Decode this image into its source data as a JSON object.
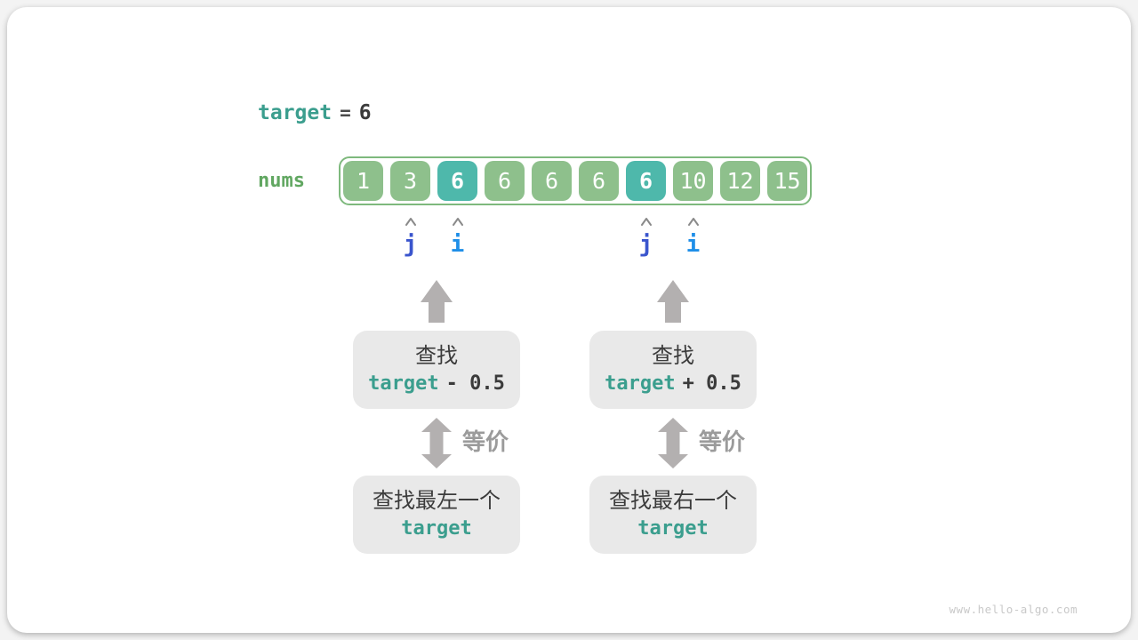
{
  "colors": {
    "teal": "#3b9e8e",
    "dark_text": "#3b3b3b",
    "cell_green": "#8ec08c",
    "cell_highlight_teal": "#4eb8ab",
    "array_border_green": "#7eb97d",
    "nums_label_green": "#61a761",
    "pointer_j_blue": "#3a55cd",
    "pointer_i_blue": "#1f8fe8",
    "arrow_gray": "#b3b0b0",
    "caret_gray": "#8a8a8a",
    "box_bg_gray": "#e9e9e9",
    "equiv_gray": "#9b9b9b",
    "watermark_gray": "#c9c9c9"
  },
  "header": {
    "var": "target",
    "op": "=",
    "value": "6"
  },
  "array": {
    "label": "nums",
    "cells": [
      {
        "value": "1",
        "highlight": false
      },
      {
        "value": "3",
        "highlight": false
      },
      {
        "value": "6",
        "highlight": true
      },
      {
        "value": "6",
        "highlight": false
      },
      {
        "value": "6",
        "highlight": false
      },
      {
        "value": "6",
        "highlight": false
      },
      {
        "value": "6",
        "highlight": true
      },
      {
        "value": "10",
        "highlight": false
      },
      {
        "value": "12",
        "highlight": false
      },
      {
        "value": "15",
        "highlight": false
      }
    ]
  },
  "pointers": [
    {
      "name": "j",
      "cell_index": 1,
      "color_key": "pointer_j_blue"
    },
    {
      "name": "i",
      "cell_index": 2,
      "color_key": "pointer_i_blue"
    },
    {
      "name": "j",
      "cell_index": 6,
      "color_key": "pointer_j_blue"
    },
    {
      "name": "i",
      "cell_index": 7,
      "color_key": "pointer_i_blue"
    }
  ],
  "flows": {
    "left": {
      "search_box": {
        "line1": "查找",
        "code_var": "target",
        "code_rest": "- 0.5"
      },
      "equiv_label": "等价",
      "result_box": {
        "line1": "查找最左一个",
        "code": "target"
      }
    },
    "right": {
      "search_box": {
        "line1": "查找",
        "code_var": "target",
        "code_rest": "+ 0.5"
      },
      "equiv_label": "等价",
      "result_box": {
        "line1": "查找最右一个",
        "code": "target"
      }
    }
  },
  "watermark": "www.hello-algo.com"
}
